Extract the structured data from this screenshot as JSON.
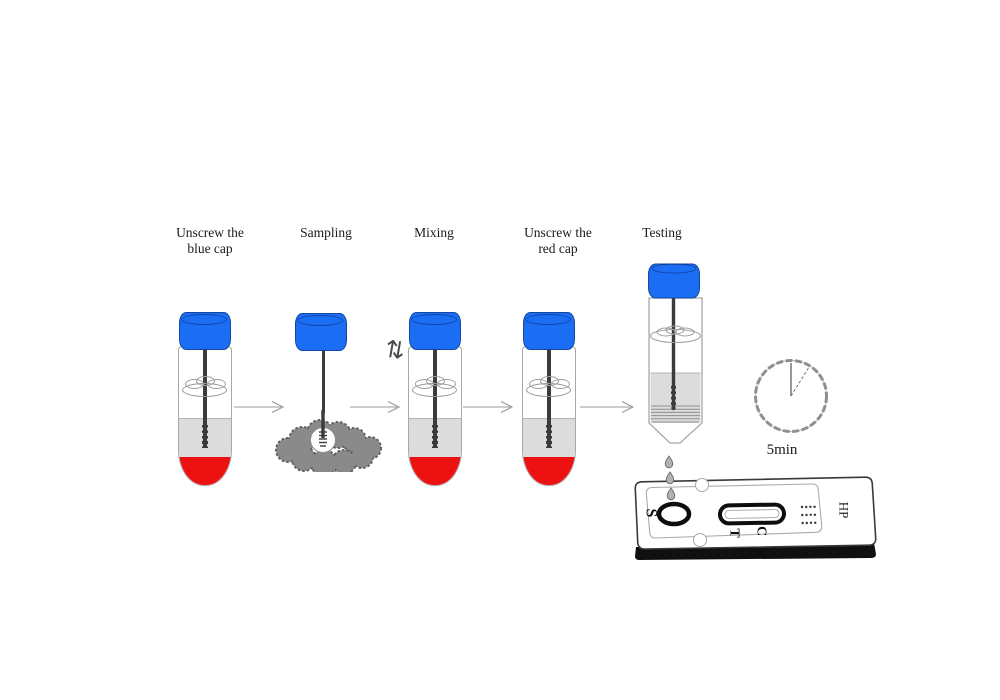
{
  "steps": [
    {
      "label": "Unscrew the\nblue cap"
    },
    {
      "label": "Sampling"
    },
    {
      "label": "Mixing"
    },
    {
      "label": "Unscrew the\nred cap"
    },
    {
      "label": "Testing"
    }
  ],
  "mixing_icon": "⇅",
  "timer": {
    "label": "5min"
  },
  "cassette": {
    "sample_well_label": "S",
    "test_line_label": "T",
    "control_line_label": "C",
    "brand_label": "HP"
  },
  "colors": {
    "cap_blue": "#1b6ef3",
    "bottom_red": "#ee1111",
    "liquid_gray": "#dcdcdc",
    "cloud_gray": "#8a8a8a",
    "arrow_gray": "#999999"
  }
}
